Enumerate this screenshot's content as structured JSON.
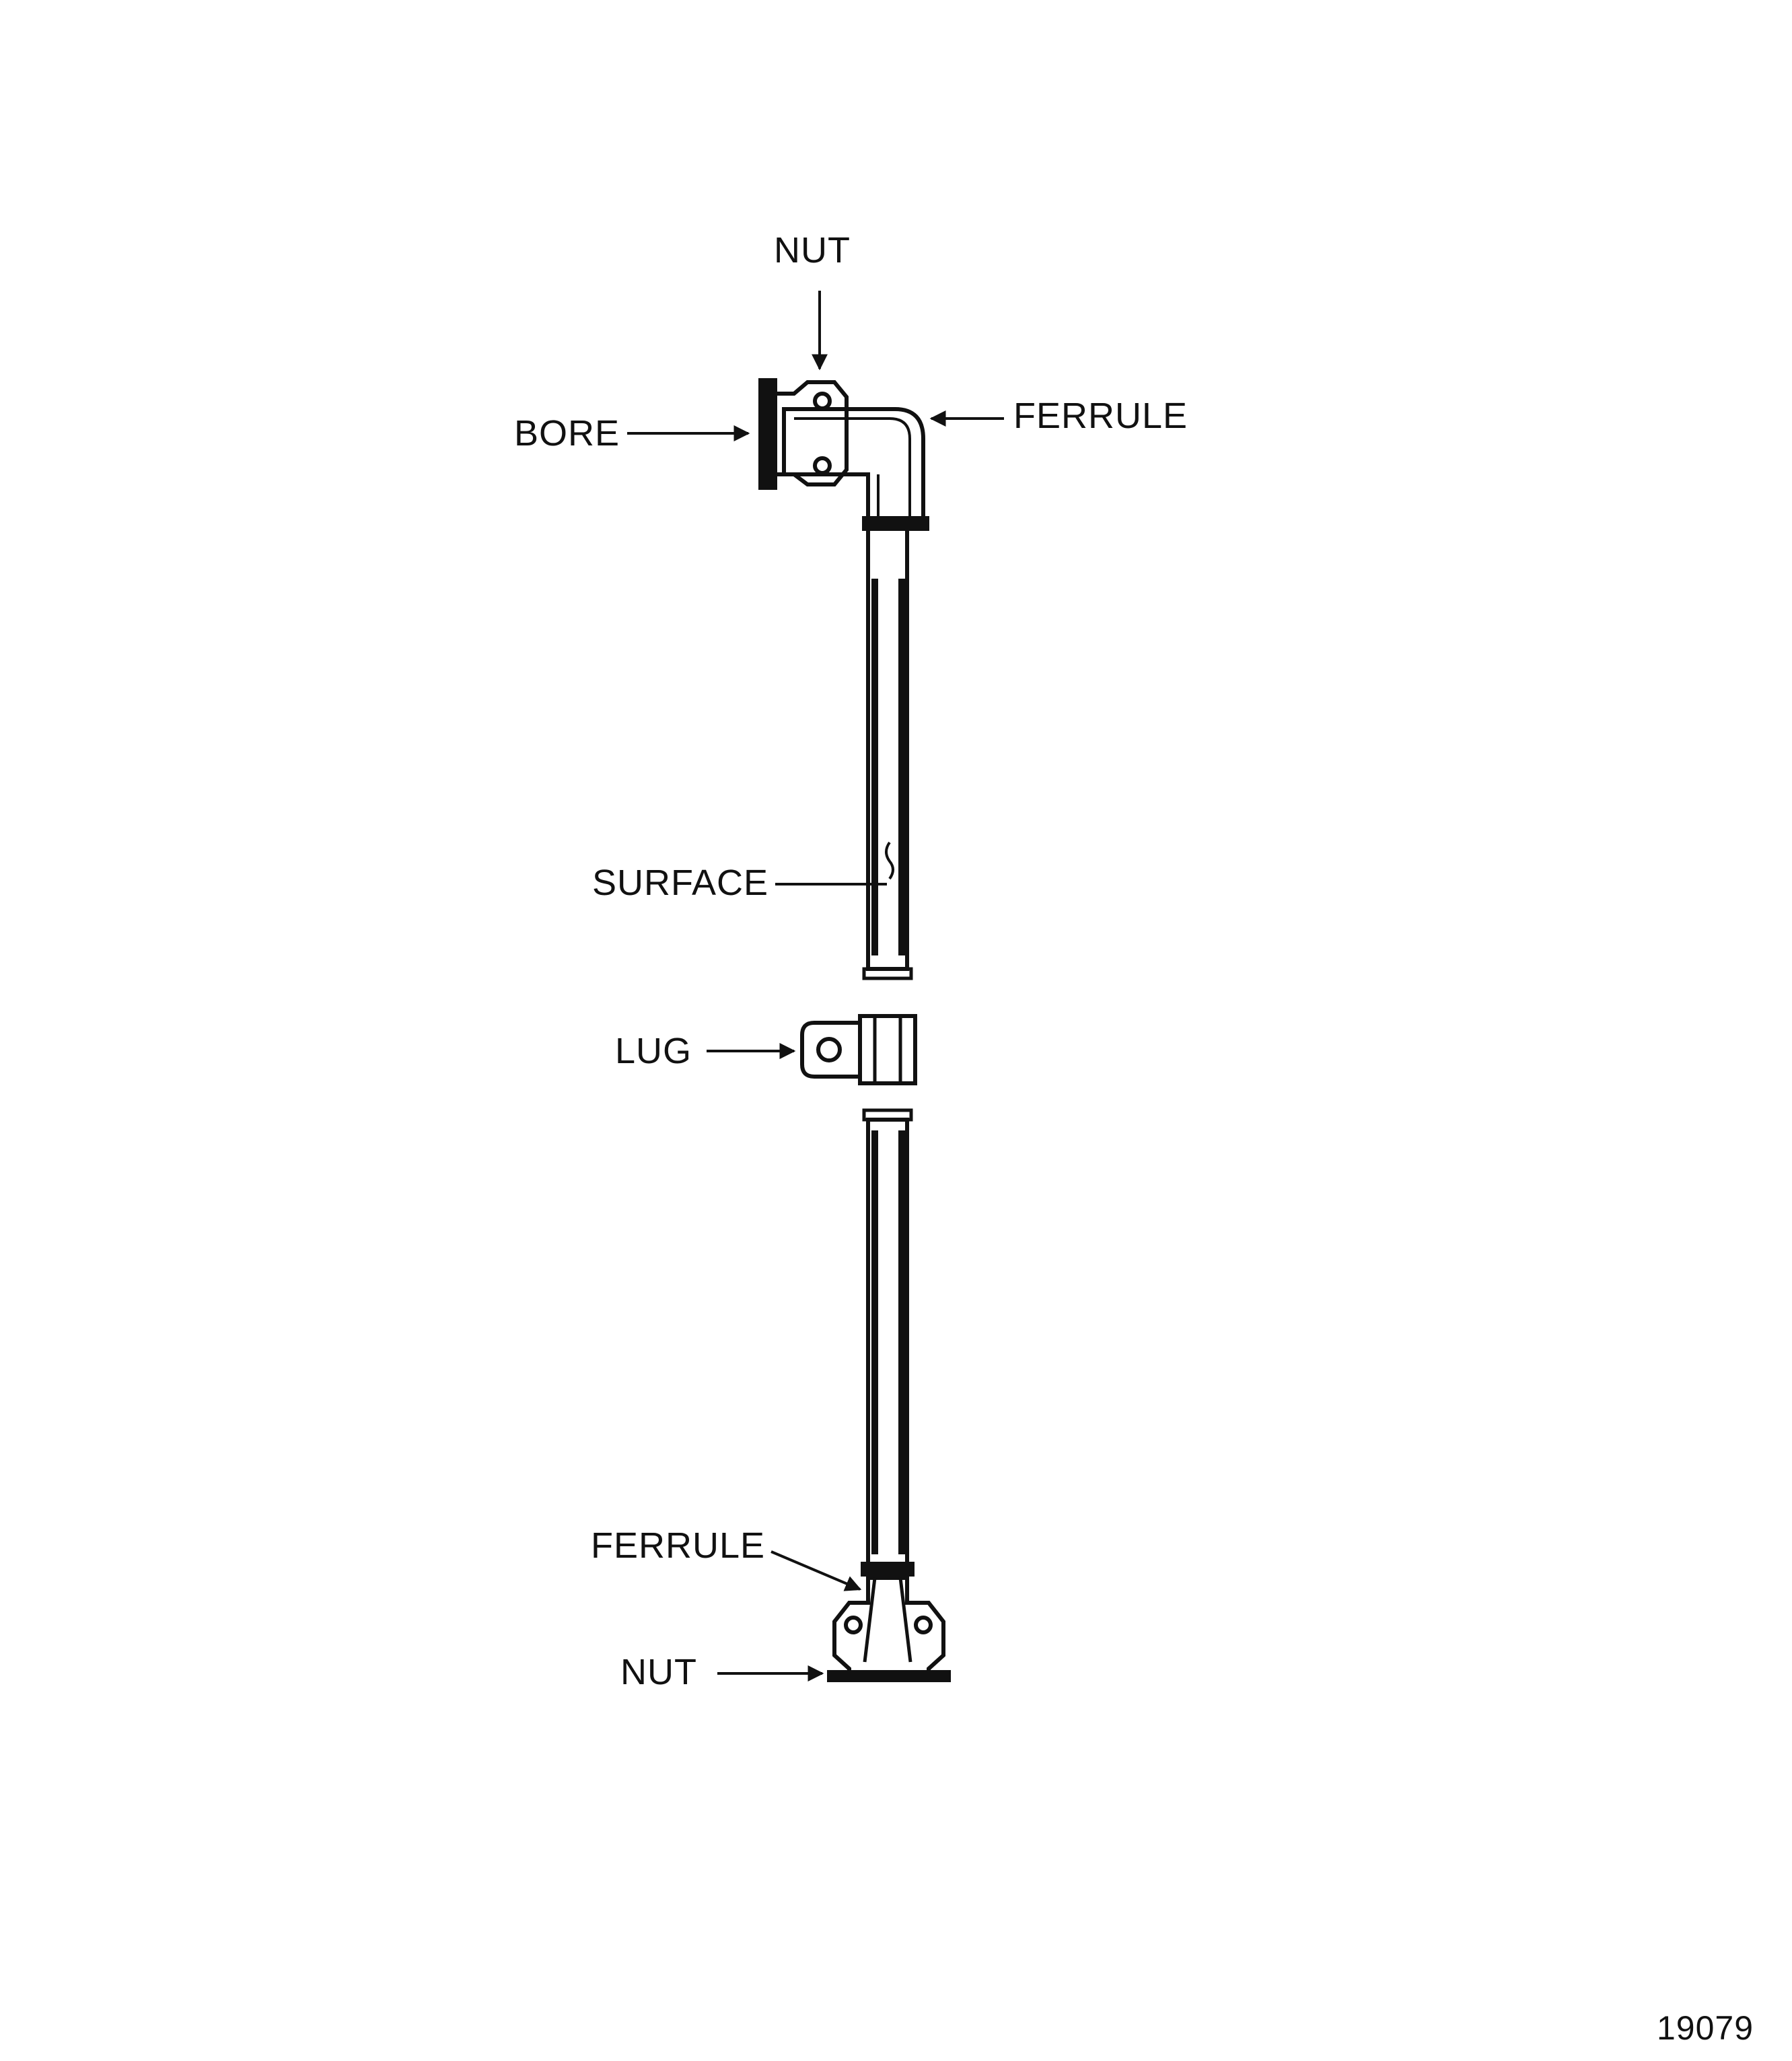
{
  "labels": {
    "nut_top": "NUT",
    "bore": "BORE",
    "ferrule_top": "FERRULE",
    "surface": "SURFACE",
    "lug": "LUG",
    "ferrule_bottom": "FERRULE",
    "nut_bottom": "NUT"
  },
  "figure_number": "19079"
}
